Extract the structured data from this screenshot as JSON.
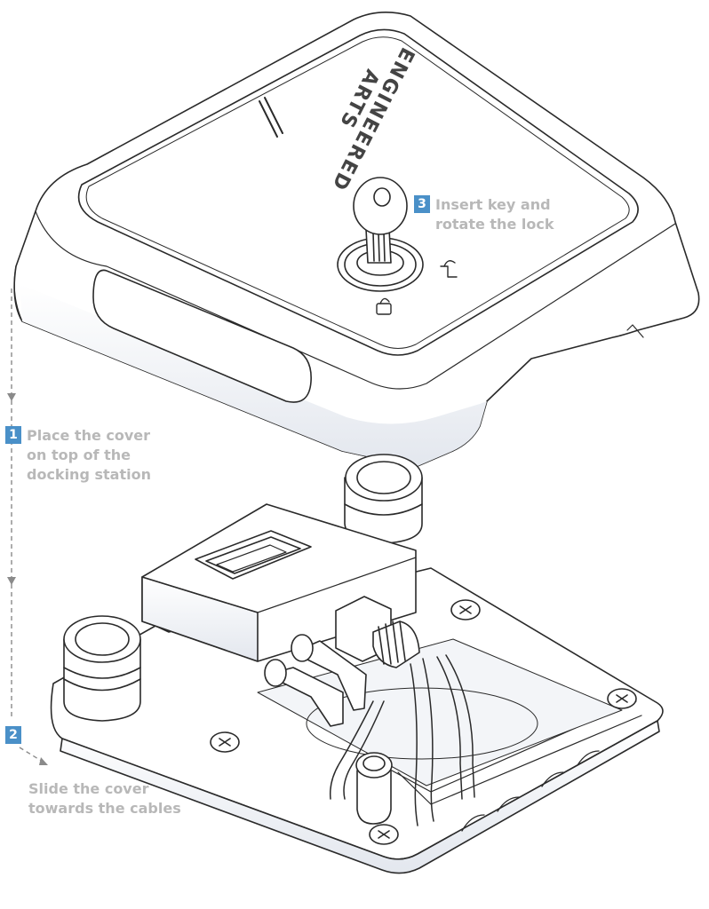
{
  "steps": [
    {
      "num": "1",
      "lines": [
        "Place the cover",
        "on top of the",
        "docking station"
      ]
    },
    {
      "num": "2",
      "lines": [
        "Slide the cover",
        "towards the cables"
      ]
    },
    {
      "num": "3",
      "lines": [
        "Insert key and",
        "rotate the lock"
      ]
    }
  ],
  "logo": {
    "line1": "ENGINEERED",
    "line2": "ARTS"
  },
  "colors": {
    "badge": "#4a90c8",
    "badge_text": "#ffffff",
    "label": "#b8b8b8",
    "line": "#2a2a2a",
    "shade": "#e4e8ee"
  },
  "icons": [
    "key-icon",
    "lock-closed-icon",
    "lock-open-icon",
    "screw-icon",
    "arrow-down-icon"
  ]
}
